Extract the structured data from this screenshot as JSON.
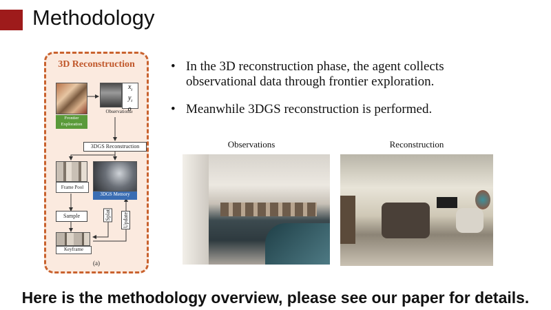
{
  "slide": {
    "title": "Methodology",
    "footer": "Here is the methodology overview, please see our paper for details."
  },
  "diagram": {
    "title": "3D Reconstruction",
    "obs_vars": [
      "x",
      "y",
      "o"
    ],
    "obs_subs": [
      "t",
      "t",
      "t"
    ],
    "frontier_label": "Frontier Exploration",
    "observations_label": "Observations",
    "recon_box": "3DGS Reconstruction",
    "frame_pool": "Frame Pool",
    "memory_label": "3DGS Memory",
    "sample": "Sample",
    "splat": "Splat",
    "update": "Update",
    "keyframe": "Keyframe",
    "caption": "(a)"
  },
  "bullets": [
    "In the 3D reconstruction phase, the agent collects observational data through frontier exploration.",
    "Meanwhile 3DGS reconstruction is performed."
  ],
  "bullet_glyph": "•",
  "images": {
    "observations_label": "Observations",
    "reconstruction_label": "Reconstruction"
  },
  "colors": {
    "accent": "#9e1b1b",
    "dashed_border": "#c9622e",
    "frontier_green": "#5a9a3a",
    "memory_blue": "#3a6db3"
  }
}
